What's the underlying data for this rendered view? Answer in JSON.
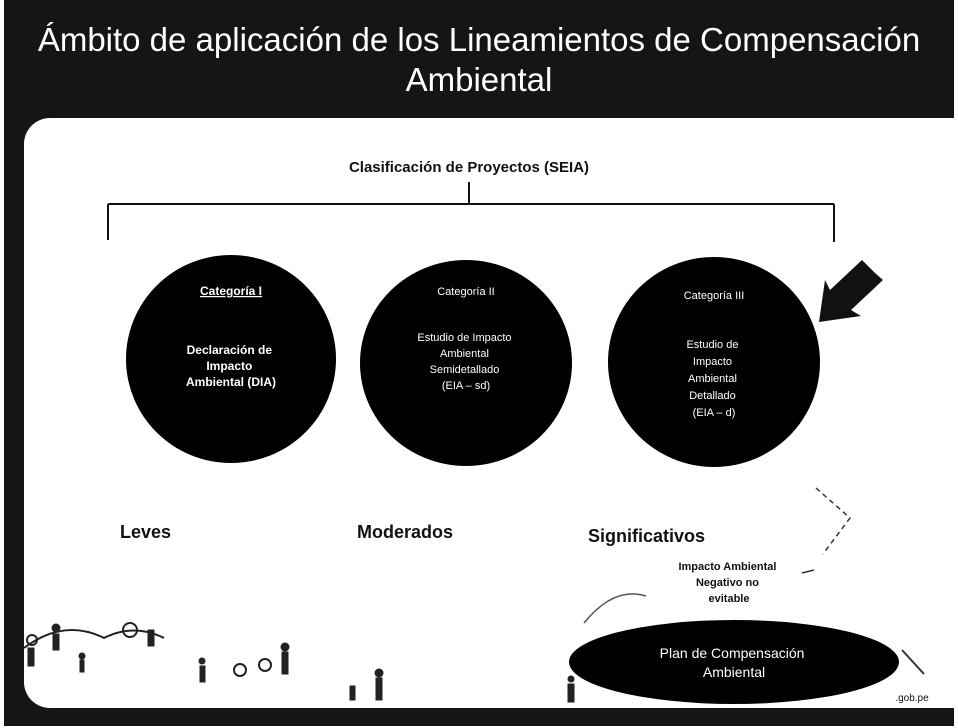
{
  "slide": {
    "title_line1": "Ámbito de aplicación de los Lineamientos de Compensación",
    "title_line2": "Ambiental"
  },
  "diagram": {
    "root_label": "Clasificación de Proyectos (SEIA)",
    "categories": [
      {
        "heading": "Categoría I",
        "body": [
          "Declaración de",
          "Impacto",
          "Ambiental (DIA)"
        ],
        "impact": "Leves"
      },
      {
        "heading": "Categoría II",
        "body": [
          "Estudio de Impacto",
          "Ambiental",
          "Semidetallado",
          "(EIA – sd)"
        ],
        "impact": "Moderados"
      },
      {
        "heading": "Categoría III",
        "body": [
          "Estudio de",
          "Impacto",
          "Ambiental",
          "Detallado",
          "(EIA – d)"
        ],
        "impact": "Significativos"
      }
    ],
    "note": [
      "Impacto Ambiental",
      "Negativo no",
      "evitable"
    ],
    "plan": [
      "Plan de Compensación",
      "Ambiental"
    ],
    "footer_url": ".gob.pe"
  },
  "colors": {
    "background": "#151515",
    "title_text": "#ffffff",
    "ellipse_fill": "#000000",
    "ellipse_text": "#ffffff",
    "panel": "#ffffff",
    "ink": "#111111"
  }
}
